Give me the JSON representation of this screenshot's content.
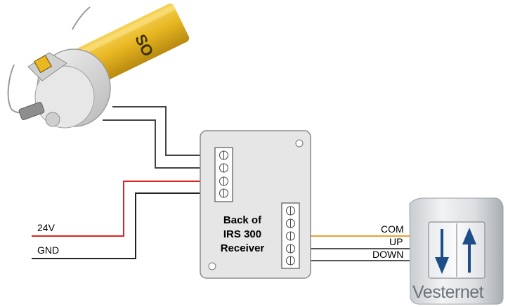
{
  "motor": {
    "brand_text": "SO"
  },
  "receiver": {
    "title_line1": "Back of",
    "title_line2": "IRS 300",
    "title_line3": "Receiver"
  },
  "power_labels": {
    "v24": "24V",
    "gnd": "GND"
  },
  "switch_labels": {
    "com": "COM",
    "up": "UP",
    "down": "DOWN"
  },
  "switch": {
    "brand": "Vesternet",
    "left_arrow": "down-arrow-icon",
    "right_arrow": "up-arrow-icon"
  },
  "colors": {
    "motor_tube": "#e8b722",
    "wire_motor": "#444444",
    "wire_24v": "#e02020",
    "wire_gnd": "#222222",
    "wire_com": "#f0a030",
    "wire_up_down": "#555555",
    "arrow_blue": "#1d4e89"
  }
}
